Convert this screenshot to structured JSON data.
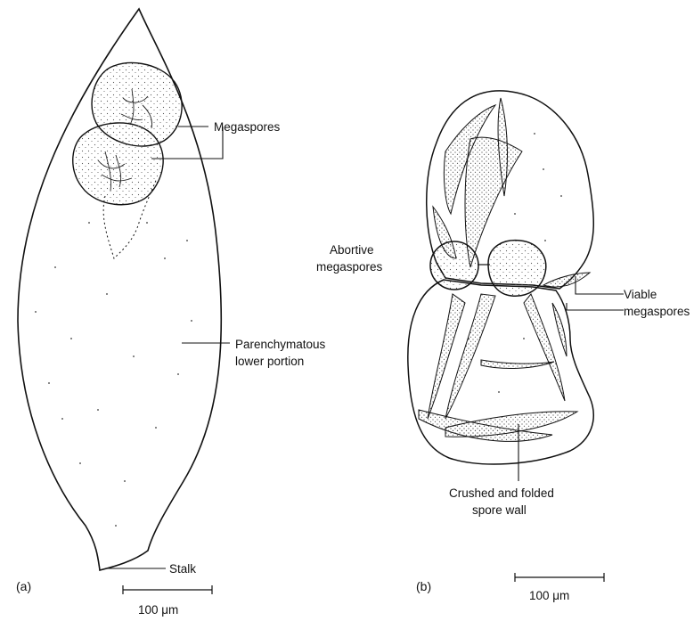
{
  "panel_a": {
    "panel_label": "(a)",
    "labels": {
      "megaspores": "Megaspores",
      "parenchyma_line1": "Parenchymatous",
      "parenchyma_line2": "lower portion",
      "stalk": "Stalk"
    },
    "scale_bar": "100 μm"
  },
  "panel_b": {
    "panel_label": "(b)",
    "labels": {
      "abortive_line1": "Abortive",
      "abortive_line2": "megaspores",
      "viable_line1": "Viable",
      "viable_line2": "megaspores",
      "crushed_line1": "Crushed and folded",
      "crushed_line2": "spore wall"
    },
    "scale_bar": "100 μm"
  },
  "colors": {
    "ink": "#111111",
    "stipple": "#555555",
    "background": "#ffffff"
  }
}
